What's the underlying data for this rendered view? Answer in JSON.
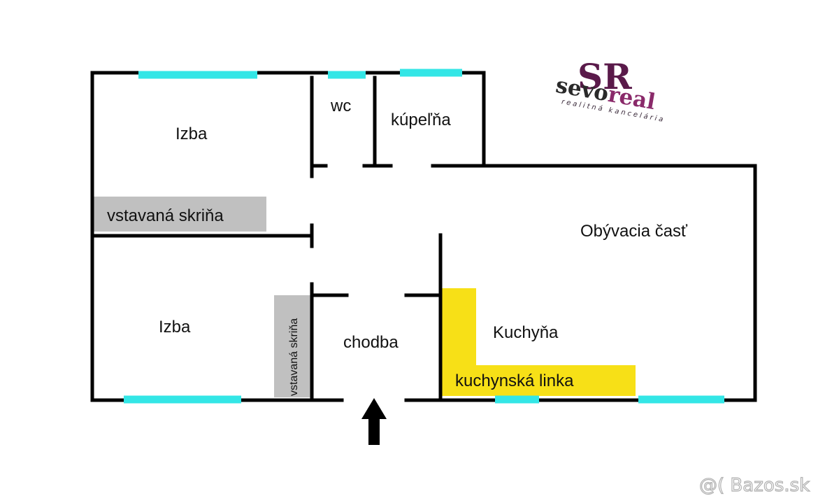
{
  "rooms": {
    "bedroom_top": "Izba",
    "bedroom_bottom": "Izba",
    "wc": "wc",
    "bathroom": "kúpeľňa",
    "living": "Obývacia časť",
    "kitchen": "Kuchyňa",
    "hallway": "chodba"
  },
  "fixtures": {
    "wardrobe_horizontal": "vstavaná skriňa",
    "wardrobe_vertical": "vstavaná skriňa",
    "kitchen_unit": "kuchynská linka"
  },
  "logo": {
    "monogram": "SR",
    "name_part1": "sevo",
    "name_part2": "real",
    "tagline": "realitná kancelária"
  },
  "watermark": "@( Bazos.sk",
  "colors": {
    "wall": "#000000",
    "window": "#33e6e6",
    "wardrobe": "#c0c0c0",
    "kitchen_unit": "#f7e017",
    "logo_dark": "#5a1a4a",
    "logo_accent": "#8a2a6a"
  },
  "icons": {
    "entrance": "arrow-up-icon"
  }
}
